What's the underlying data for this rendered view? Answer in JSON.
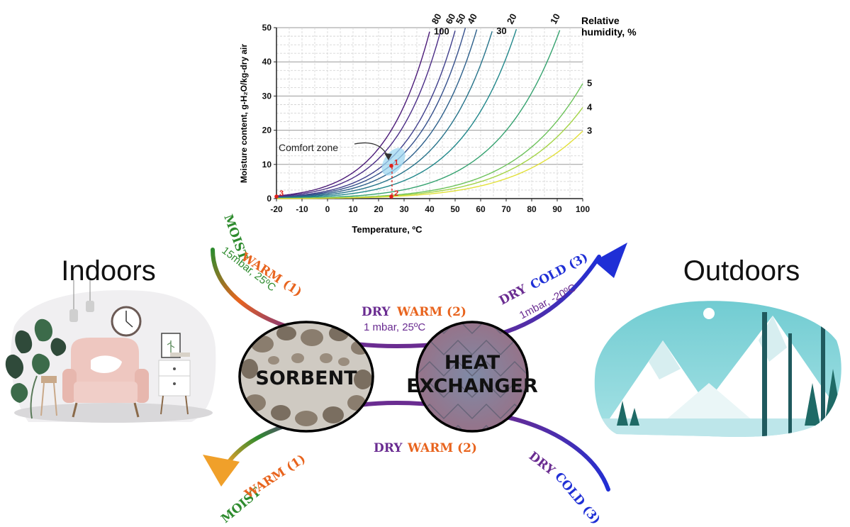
{
  "titles": {
    "indoors": "Indoors",
    "outdoors": "Outdoors"
  },
  "devices": {
    "sorbent": "SORBENT",
    "heat_exchanger_1": "HEAT",
    "heat_exchanger_2": "EXCHANGER"
  },
  "flows": {
    "top_left": {
      "a": "MOIST",
      "b": "WARM (1)",
      "cond": "15mbar, 25ºC"
    },
    "top_mid": {
      "a": "DRY",
      "b": "WARM (2)",
      "cond": "1 mbar, 25ºC"
    },
    "top_right": {
      "a": "DRY",
      "b": "COLD (3)",
      "cond": "1mbar, -20ºC"
    },
    "bot_mid": {
      "a": "DRY",
      "b": "WARM (2)"
    },
    "bot_left": {
      "a": "MOIST",
      "b": "WARM (1)"
    },
    "bot_right": {
      "a": "DRY",
      "b": "COLD (3)"
    }
  },
  "colors": {
    "green": "#2e8b2e",
    "orange": "#e8641e",
    "purple": "#6a2c91",
    "blue": "#1f2fd6",
    "comfort": "#9fd7f0",
    "marker": "#e0201b"
  },
  "chart_data": {
    "type": "line",
    "xlabel": "Temperature, ºC",
    "ylabel": "Moisture content, g-H₂O/kg-dry air",
    "xlim": [
      -20,
      100
    ],
    "ylim": [
      0,
      50
    ],
    "xticks": [
      "-20",
      "-10",
      "0",
      "10",
      "20",
      "30",
      "40",
      "50",
      "60",
      "70",
      "80",
      "90",
      "100"
    ],
    "yticks": [
      "0",
      "10",
      "20",
      "30",
      "40",
      "50"
    ],
    "legend_title": [
      "Relative",
      "humidity, %"
    ],
    "series": [
      {
        "name": "100",
        "rh": 100,
        "color": "#4b1a78"
      },
      {
        "name": "80",
        "rh": 80,
        "color": "#4a2c86"
      },
      {
        "name": "60",
        "rh": 60,
        "color": "#3f3f8c"
      },
      {
        "name": "50",
        "rh": 50,
        "color": "#35508c"
      },
      {
        "name": "40",
        "rh": 40,
        "color": "#2d608b"
      },
      {
        "name": "30",
        "rh": 30,
        "color": "#26738a"
      },
      {
        "name": "20",
        "rh": 20,
        "color": "#20878a"
      },
      {
        "name": "10",
        "rh": 10,
        "color": "#35a26f"
      },
      {
        "name": "5",
        "rh": 5,
        "color": "#6cc25a"
      },
      {
        "name": "4",
        "rh": 4,
        "color": "#a4d447"
      },
      {
        "name": "3",
        "rh": 3,
        "color": "#e2e03b"
      }
    ],
    "annotation": "Comfort zone",
    "points": [
      {
        "label": "1",
        "x": 25,
        "y": 9.6
      },
      {
        "label": "2",
        "x": 25,
        "y": 0.6
      },
      {
        "label": "3",
        "x": -20,
        "y": 0.6
      }
    ]
  }
}
